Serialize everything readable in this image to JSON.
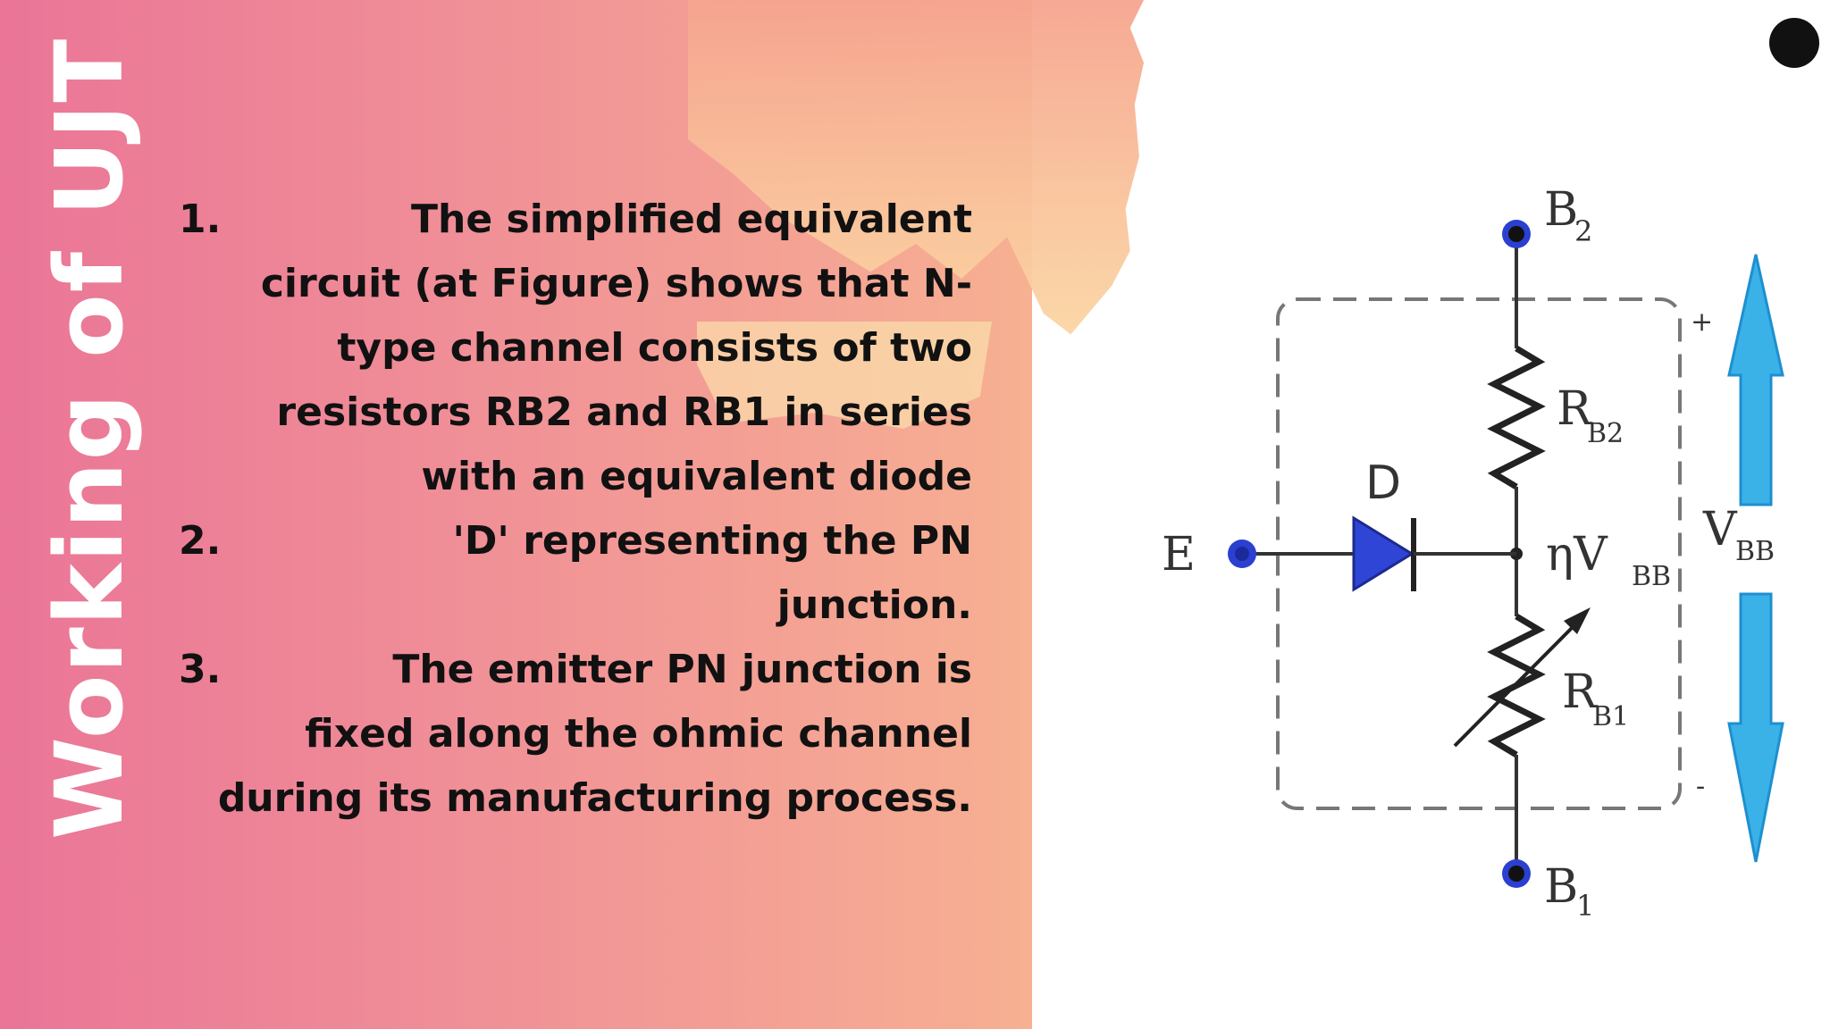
{
  "slide": {
    "title": "Working of UJT",
    "points": [
      {
        "number": "1.",
        "text": "The simplified equivalent circuit (at Figure) shows that N-type channel consists of two resistors RB2 and RB1 in series with an equivalent diode"
      },
      {
        "number": "2.",
        "text": "'D' representing the PN junction."
      },
      {
        "number": "3.",
        "text": "The emitter PN junction is fixed along the ohmic channel during its manufacturing process."
      }
    ]
  },
  "diagram": {
    "labels": {
      "b2_main": "B",
      "b2_sub": "2",
      "b1_main": "B",
      "b1_sub": "1",
      "rb2_main": "R",
      "rb2_sub": "B2",
      "rb1_main": "R",
      "rb1_sub": "B1",
      "diode": "D",
      "emitter": "E",
      "eta_main": "ηV",
      "eta_sub": "BB",
      "vbb_main": "V",
      "vbb_sub": "BB",
      "plus": "+",
      "minus": "-"
    },
    "colors": {
      "wire": "#333333",
      "terminal": "#2b3fd0",
      "diode_fill": "#2f45d6",
      "arrow_fill": "#3ab2e8",
      "box_dash": "#777777"
    }
  }
}
